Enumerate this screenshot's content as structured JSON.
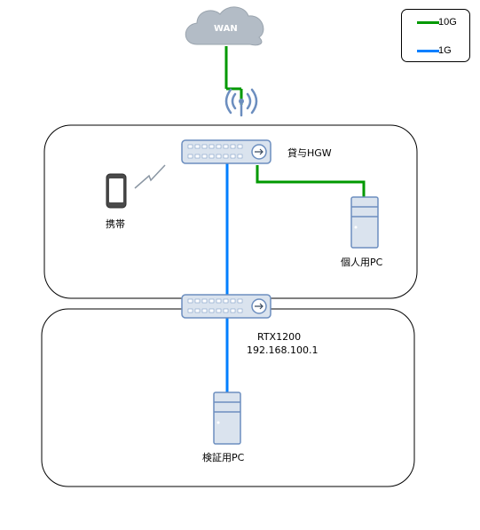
{
  "nodes": {
    "wan": "WAN",
    "hgw": "貸与HGW",
    "mobile": "携帯",
    "personal_pc": "個人用PC",
    "router_name": "RTX1200",
    "router_ip": "192.168.100.1",
    "test_pc": "検証用PC"
  },
  "legend": [
    {
      "label": "10G",
      "color": "#009900"
    },
    {
      "label": "1G",
      "color": "#007FFF"
    }
  ],
  "colors": {
    "link_10g": "#009900",
    "link_1g": "#007FFF",
    "device_fill": "#DAE3EE",
    "device_stroke": "#6C8EBF",
    "cloud_fill": "#B3BCC6"
  }
}
